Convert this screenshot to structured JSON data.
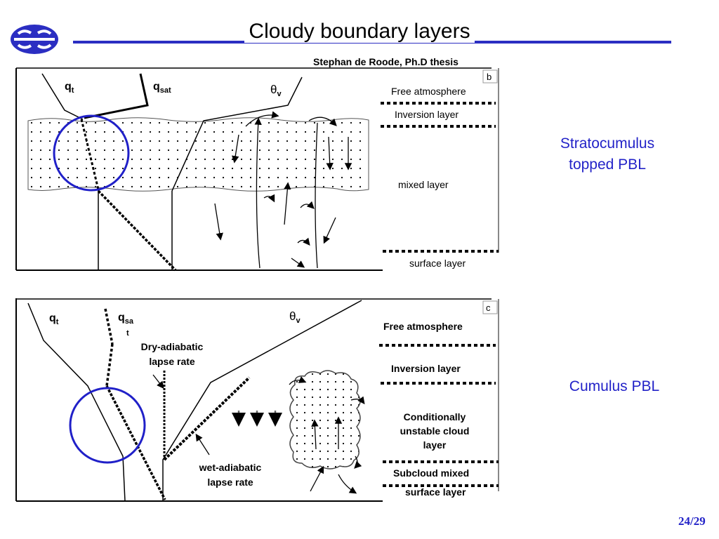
{
  "header": {
    "title": "Cloudy boundary layers",
    "subtitle": "Stephan de Roode, Ph.D thesis",
    "accent_color": "#2b2ec2",
    "logo_icon": "ecmwf-logo-icon"
  },
  "panel_top": {
    "corner_tag": "b",
    "var_qt": "q",
    "var_qt_sub": "t",
    "var_qsat": "q",
    "var_qsat_sub": "sat",
    "var_theta": "θ",
    "var_theta_sub": "v",
    "layers": {
      "free_atmosphere": "Free atmosphere",
      "inversion": "Inversion layer",
      "mixed": "mixed layer",
      "surface": "surface layer"
    }
  },
  "panel_bottom": {
    "corner_tag": "c",
    "var_qt": "q",
    "var_qt_sub": "t",
    "var_qsat": "q",
    "var_qsat_sub_1": "sa",
    "var_qsat_sub_2": "t",
    "var_theta": "θ",
    "var_theta_sub": "v",
    "dry_label_1": "Dry-adiabatic",
    "dry_label_2": "lapse rate",
    "wet_label_1": "wet-adiabatic",
    "wet_label_2": "lapse rate",
    "layers": {
      "free_atmosphere": "Free atmosphere",
      "inversion": "Inversion layer",
      "cloud_1": "Conditionally",
      "cloud_2": "unstable cloud",
      "cloud_3": "layer",
      "subcloud": "Subcloud mixed",
      "surface": "surface layer"
    }
  },
  "sidebar": {
    "stratocumulus_1": "Stratocumulus",
    "stratocumulus_2": "topped PBL",
    "cumulus": "Cumulus PBL"
  },
  "footer": {
    "page": "24/29"
  }
}
